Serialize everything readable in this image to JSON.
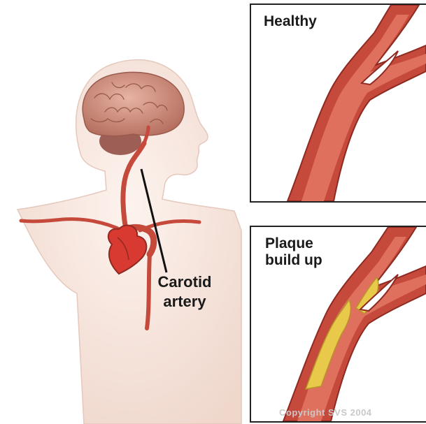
{
  "panels": {
    "healthy": {
      "label": "Healthy"
    },
    "plaque": {
      "label_line1": "Plaque",
      "label_line2": "build up"
    }
  },
  "callout": {
    "line1": "Carotid",
    "line2": "artery"
  },
  "copyright": "Copyright SVS 2004",
  "colors": {
    "artery": "#c64a3c",
    "artery_dark": "#8e2a22",
    "lumen": "#e0705e",
    "plaque": "#e8c94a",
    "skin": "#f6e6de",
    "brain": "#c98a7a"
  }
}
